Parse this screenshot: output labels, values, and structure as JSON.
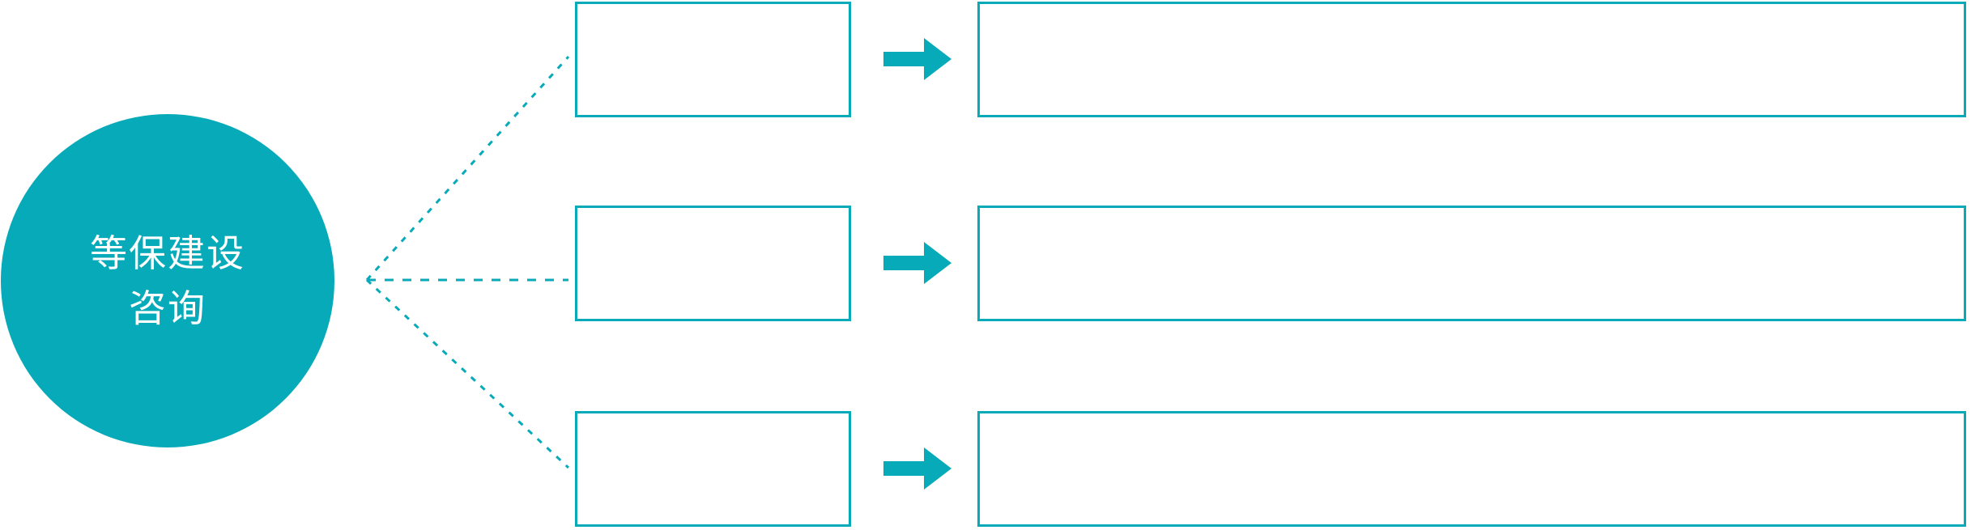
{
  "diagram": {
    "type": "hub-and-spoke process diagram",
    "colors": {
      "accent": "#07aab8",
      "background": "#ffffff",
      "hub_text": "#ffffff",
      "box_border": "#07aab8"
    },
    "hub": {
      "shape": "circle",
      "lines": [
        "等保建设",
        "咨询"
      ],
      "line1": "等保建设",
      "line2": "咨询"
    },
    "connector": {
      "style": "dotted",
      "icon": "fan-out-dotted-lines",
      "branch_count": 3
    },
    "arrow_icon": "right-arrow-icon",
    "rows": [
      {
        "id": "row-1",
        "small_box_text": "",
        "arrow_label": "",
        "wide_box_text": ""
      },
      {
        "id": "row-2",
        "small_box_text": "",
        "arrow_label": "",
        "wide_box_text": ""
      },
      {
        "id": "row-3",
        "small_box_text": "",
        "arrow_label": "",
        "wide_box_text": ""
      }
    ]
  }
}
